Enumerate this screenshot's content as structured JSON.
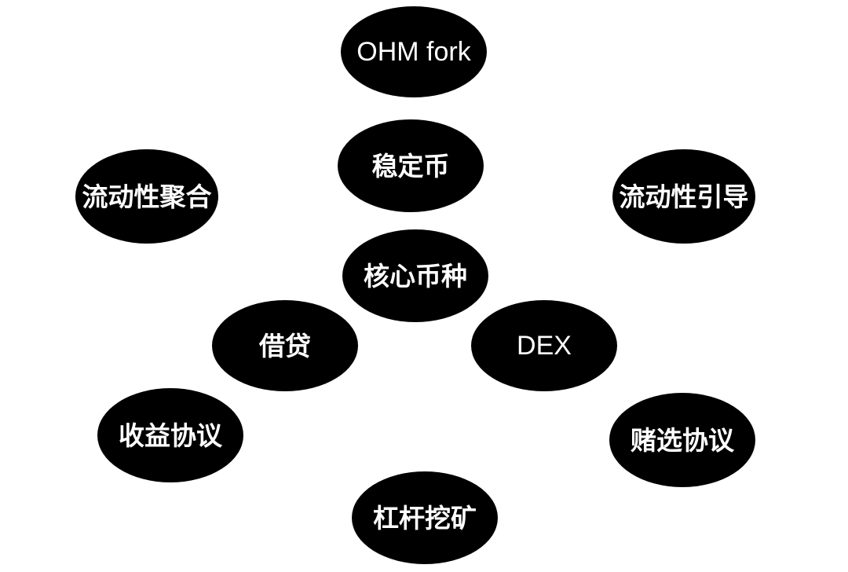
{
  "colors": {
    "background": "#ffffff",
    "node_fill": "#000000",
    "node_text": "#ffffff"
  },
  "nodes": {
    "ohm_fork": {
      "label": "OHM fork"
    },
    "stablecoin": {
      "label": "稳定币"
    },
    "liquidity_aggregation": {
      "label": "流动性聚合"
    },
    "liquidity_bootstrapping": {
      "label": "流动性引导"
    },
    "core_token": {
      "label": "核心币种"
    },
    "lending": {
      "label": "借贷"
    },
    "dex": {
      "label": "DEX"
    },
    "yield_protocol": {
      "label": "收益协议"
    },
    "betting_protocol": {
      "label": "赌选协议"
    },
    "leveraged_mining": {
      "label": "杠杆挖矿"
    }
  }
}
